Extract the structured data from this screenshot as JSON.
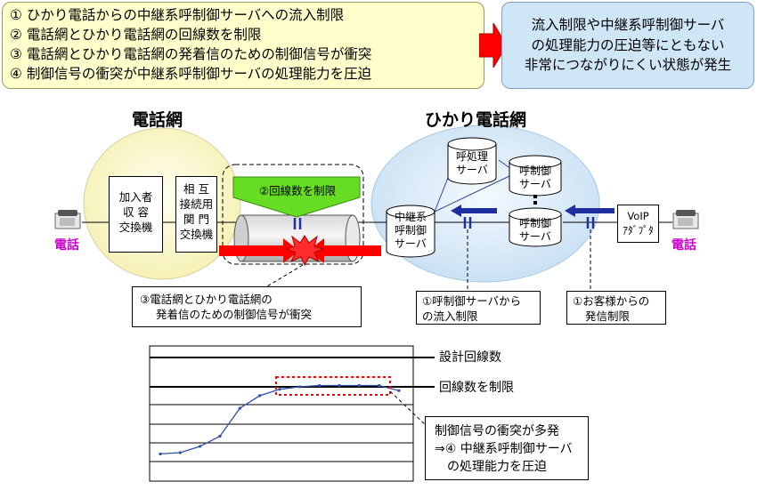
{
  "causes": [
    "① ひかり電話からの中継系呼制御サーバへの流入制限",
    "② 電話網とひかり電話網の回線数を制限",
    "③ 電話網とひかり電話網の発着信のための制御信号が衝突",
    "④ 制御信号の衝突が中継系呼制御サーバの処理能力を圧迫"
  ],
  "result": [
    "流入制限や中継系呼制御サーバ",
    "の処理能力の圧迫等にともない",
    "非常につながりにくい状態が発生"
  ],
  "networks": {
    "phone_network": "電話網",
    "hikari_network": "ひかり電話網"
  },
  "phone_left": "電話",
  "phone_right": "電話",
  "subscriber_exchange": [
    "加入者",
    "収 容",
    "交換機"
  ],
  "gateway_exchange": [
    "相 互",
    "接続用",
    "関 門",
    "交換機"
  ],
  "line_limit_banner": "②回線数を制限",
  "relay_server": [
    "中継系",
    "呼制御",
    "サーバ"
  ],
  "call_processing_server": [
    "呼処理",
    "サーバ"
  ],
  "call_control_server_1": [
    "呼制御",
    "サーバ"
  ],
  "call_control_server_2": [
    "呼制御",
    "サーバ"
  ],
  "voip_adapter": [
    "VoIP",
    "ｱﾀﾞﾌﾟﾀ"
  ],
  "callout_collision": [
    "③電話網とひかり電話網の",
    "発着信のための制御信号が衝突"
  ],
  "callout_server_inflow": [
    "①呼制御サーバから",
    "の流入制限"
  ],
  "callout_customer": [
    "①お客様からの",
    "発信制限"
  ],
  "chart_labels": {
    "design_lines": "設計回線数",
    "limited_lines": "回線数を制限"
  },
  "chart_callout": [
    "制御信号の衝突が多発",
    "⇒④ 中継系呼制御サーバ",
    "の処理能力を圧迫"
  ],
  "colors": {
    "causes_bg": "#ffffcc",
    "result_bg": "#cfe6f7",
    "arrow_red": "#ff0000",
    "arrow_blue": "#1f2fa0",
    "banner_green": "#66dd22",
    "phone_label": "#cc00cc",
    "cloud_yellow": "#fffccc",
    "cloud_blue": "#dcecfa"
  },
  "chart_data": {
    "type": "line",
    "series": [
      {
        "values": [
          3,
          3.5,
          6,
          10,
          21,
          26,
          28.5,
          29.5,
          30,
          30,
          30,
          30,
          28
        ]
      }
    ],
    "reference_lines": [
      "設計回線数",
      "回線数を制限"
    ]
  }
}
